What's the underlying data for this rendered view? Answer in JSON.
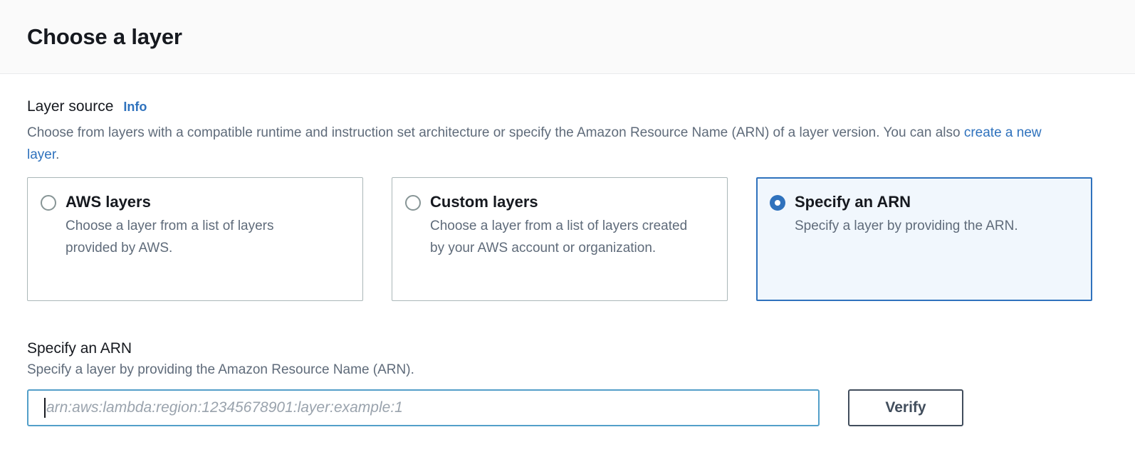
{
  "header": {
    "title": "Choose a layer"
  },
  "layer_source": {
    "label": "Layer source",
    "info_link": "Info",
    "description_part1": "Choose from layers with a compatible runtime and instruction set architecture or specify the Amazon Resource Name (ARN) of a layer version. You can also ",
    "description_link": "create a new layer",
    "description_part2": ".",
    "options": [
      {
        "title": "AWS layers",
        "description": "Choose a layer from a list of layers provided by AWS.",
        "selected": false
      },
      {
        "title": "Custom layers",
        "description": "Choose a layer from a list of layers created by your AWS account or organization.",
        "selected": false
      },
      {
        "title": "Specify an ARN",
        "description": "Specify a layer by providing the ARN.",
        "selected": true
      }
    ]
  },
  "arn_section": {
    "label": "Specify an ARN",
    "description": "Specify a layer by providing the Amazon Resource Name (ARN).",
    "input_value": "",
    "input_placeholder": "arn:aws:lambda:region:12345678901:layer:example:1",
    "verify_label": "Verify"
  },
  "colors": {
    "accent_blue": "#2f72bd",
    "link_blue": "#2f72bd",
    "selected_tile_bg": "#f1f7fd",
    "input_focus_border": "#539fc9",
    "button_border": "#414d5c",
    "header_bg": "#fafafa",
    "muted_text": "#5f6b7a"
  }
}
